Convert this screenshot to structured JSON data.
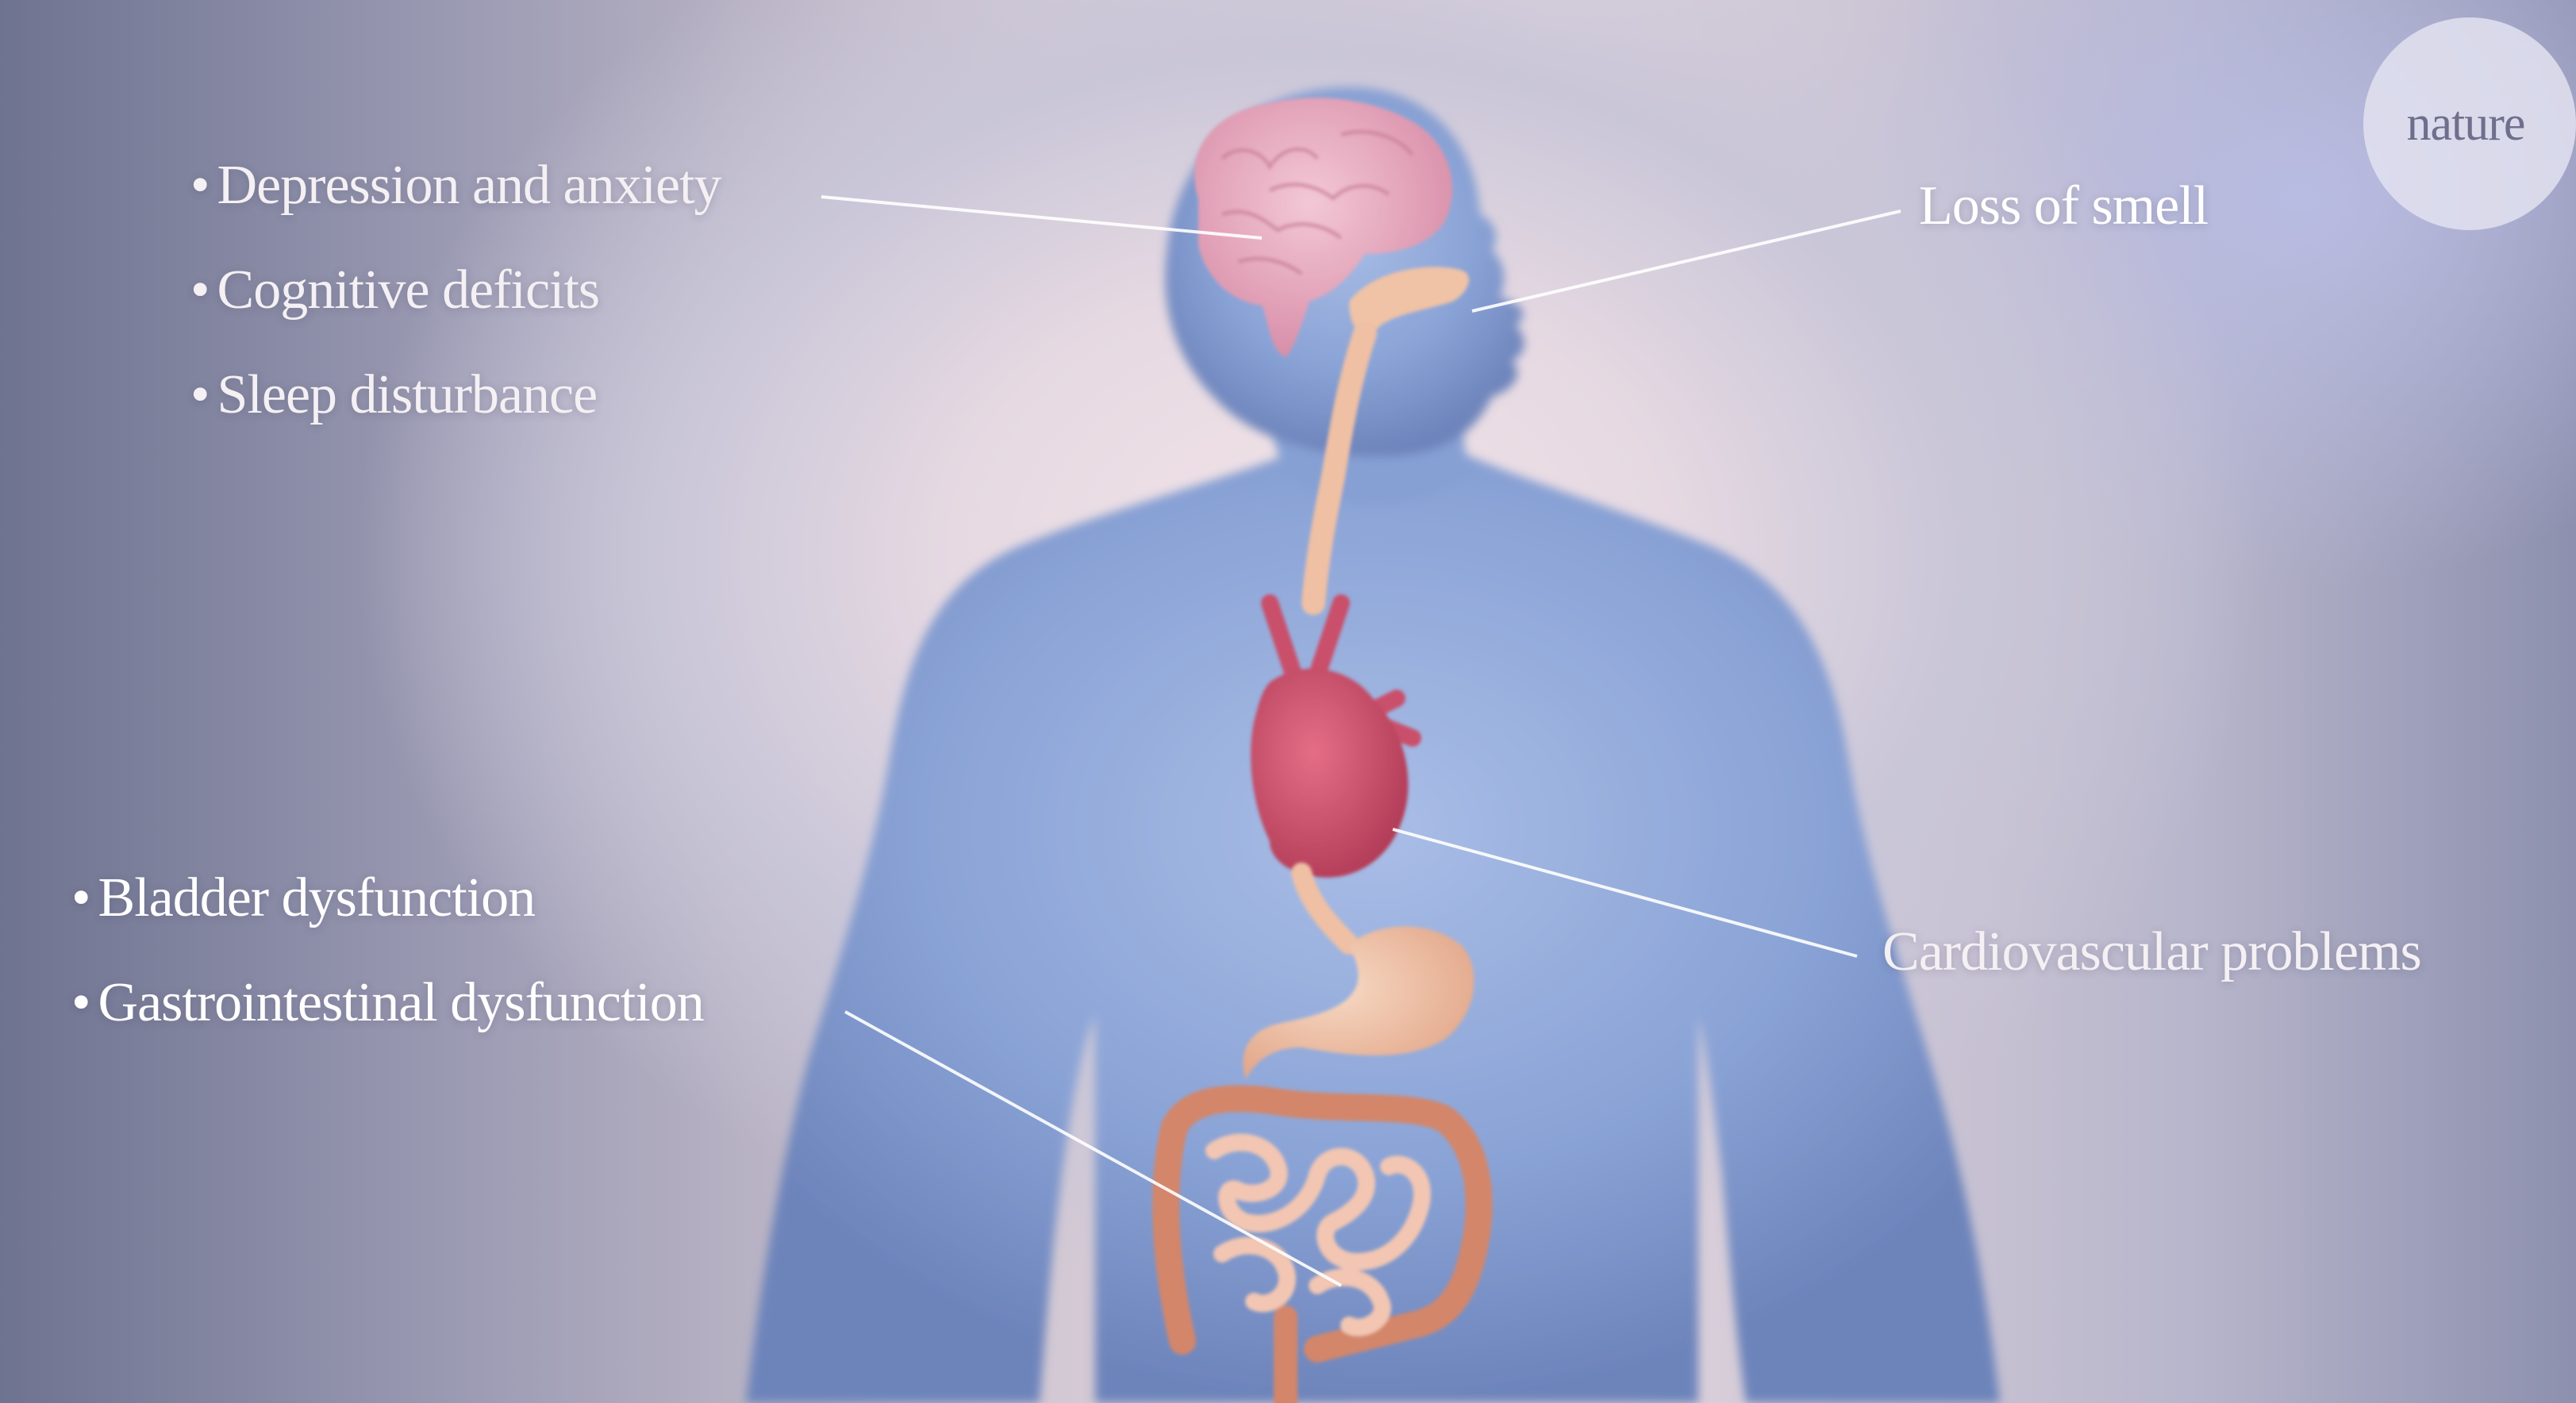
{
  "brand": {
    "logo_text": "nature"
  },
  "symptoms": {
    "brain": [
      "Depression and anxiety",
      "Cognitive deficits",
      "Sleep disturbance"
    ],
    "nose": "Loss of smell",
    "heart": "Cardiovascular problems",
    "lower": [
      "Bladder dysfunction",
      "Gastrointestinal dysfunction"
    ]
  },
  "colors": {
    "body": "#8aa3d6",
    "brain": "#e8a9be",
    "heart": "#d5526e",
    "digestive": "#f0c2a6",
    "intestine": "#d3866a",
    "leader_line": "#ffffff"
  }
}
